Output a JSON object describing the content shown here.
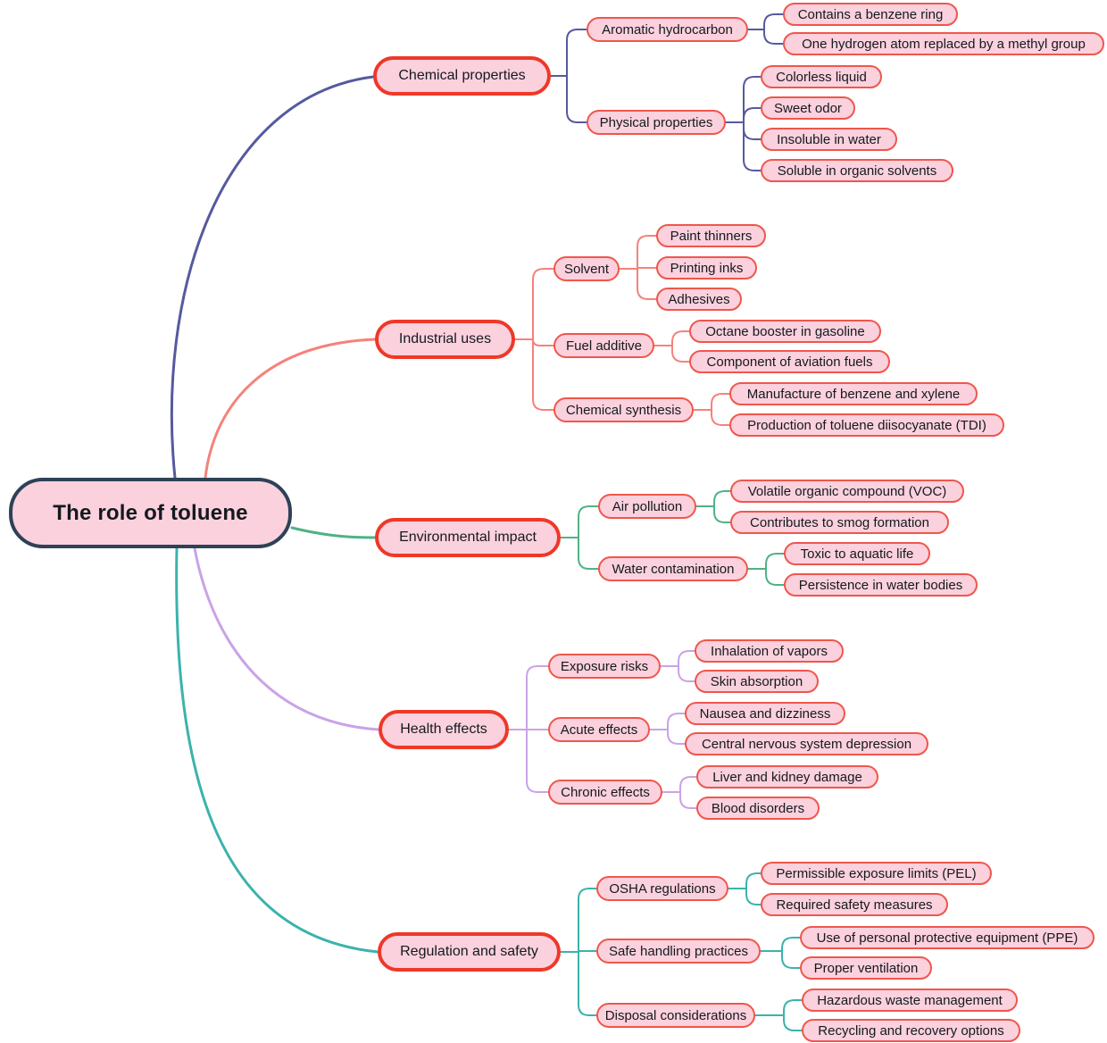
{
  "root": {
    "label": "The role of toluene"
  },
  "colors": {
    "background": "#FFFFFF",
    "node_fill": "#FAD1DD",
    "root_border": "#2E4156",
    "branch_border": "#EF3828",
    "child_border": "#F0564C",
    "text": "#15191E",
    "lines": {
      "chemical": "#555A9E",
      "industrial": "#F5827A",
      "environmental": "#4FB286",
      "health": "#C9A3E6",
      "regulation": "#3AB3AC"
    }
  },
  "branches": [
    {
      "label": "Chemical properties",
      "children": [
        {
          "label": "Aromatic hydrocarbon",
          "leaves": [
            "Contains a benzene ring",
            "One hydrogen atom replaced by a methyl group"
          ]
        },
        {
          "label": "Physical properties",
          "leaves": [
            "Colorless liquid",
            "Sweet odor",
            "Insoluble in water",
            "Soluble in organic solvents"
          ]
        }
      ]
    },
    {
      "label": "Industrial uses",
      "children": [
        {
          "label": "Solvent",
          "leaves": [
            "Paint thinners",
            "Printing inks",
            "Adhesives"
          ]
        },
        {
          "label": "Fuel additive",
          "leaves": [
            "Octane booster in gasoline",
            "Component of aviation fuels"
          ]
        },
        {
          "label": "Chemical synthesis",
          "leaves": [
            "Manufacture of benzene and xylene",
            "Production of toluene diisocyanate (TDI)"
          ]
        }
      ]
    },
    {
      "label": "Environmental impact",
      "children": [
        {
          "label": "Air pollution",
          "leaves": [
            "Volatile organic compound (VOC)",
            "Contributes to smog formation"
          ]
        },
        {
          "label": "Water contamination",
          "leaves": [
            "Toxic to aquatic life",
            "Persistence in water bodies"
          ]
        }
      ]
    },
    {
      "label": "Health effects",
      "children": [
        {
          "label": "Exposure risks",
          "leaves": [
            "Inhalation of vapors",
            "Skin absorption"
          ]
        },
        {
          "label": "Acute effects",
          "leaves": [
            "Nausea and dizziness",
            "Central nervous system depression"
          ]
        },
        {
          "label": "Chronic effects",
          "leaves": [
            "Liver and kidney damage",
            "Blood disorders"
          ]
        }
      ]
    },
    {
      "label": "Regulation and safety",
      "children": [
        {
          "label": "OSHA regulations",
          "leaves": [
            "Permissible exposure limits (PEL)",
            "Required safety measures"
          ]
        },
        {
          "label": "Safe handling practices",
          "leaves": [
            "Use of personal protective equipment (PPE)",
            "Proper ventilation"
          ]
        },
        {
          "label": "Disposal considerations",
          "leaves": [
            "Hazardous waste management",
            "Recycling and recovery options"
          ]
        }
      ]
    }
  ]
}
